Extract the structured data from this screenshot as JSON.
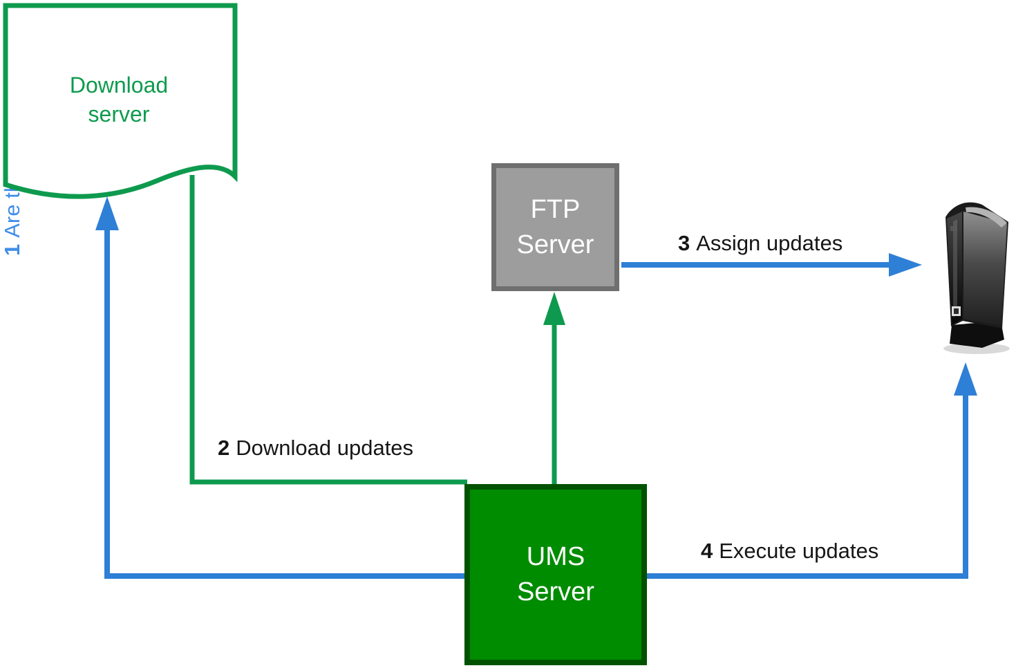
{
  "diagram": {
    "nodes": {
      "download_server": {
        "lines": [
          "Download",
          "server"
        ]
      },
      "ftp_server": {
        "lines": [
          "FTP",
          "Server"
        ]
      },
      "ums_server": {
        "lines": [
          "UMS",
          "Server"
        ]
      },
      "device": {
        "name": "thin-client-device"
      }
    },
    "steps": [
      {
        "number": "1",
        "text": "Are there any updates?"
      },
      {
        "number": "2",
        "text": "Download updates"
      },
      {
        "number": "3",
        "text": "Assign updates"
      },
      {
        "number": "4",
        "text": "Execute updates"
      }
    ],
    "colors": {
      "green_line": "#0e9a4e",
      "ums_fill": "#008c00",
      "ums_border": "#005200",
      "ftp_fill": "#9d9d9d",
      "ftp_border": "#6f6f6f",
      "blue_line": "#2e7fd6",
      "blue_text": "#3f8de9",
      "label_text": "#161616",
      "box_text": "#ffffff"
    }
  }
}
